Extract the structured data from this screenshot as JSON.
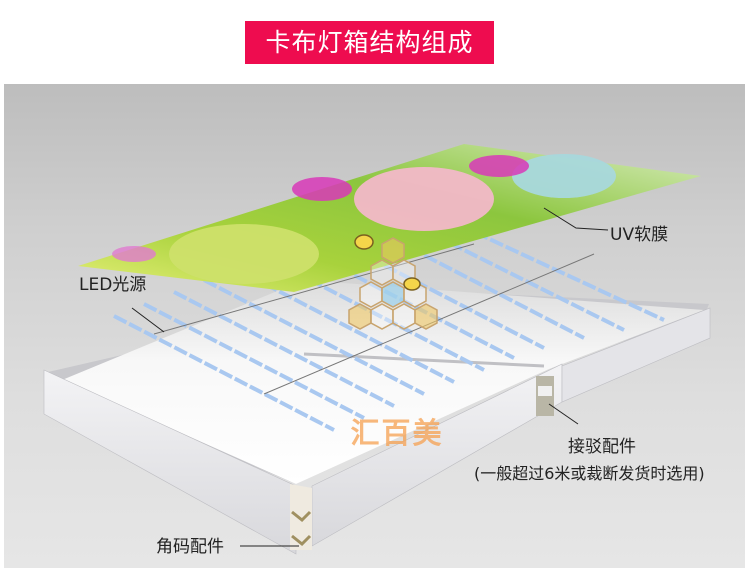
{
  "title": "卡布灯箱结构组成",
  "colors": {
    "title_bg": "#ee0c4f",
    "title_text": "#ffffff",
    "stage_bg": "#cfcfcf",
    "frame": "#e9e9ec",
    "led_strip": "#a9c8f0",
    "watermark": "#f6a050"
  },
  "labels": {
    "uv_film": "UV软膜",
    "led_source": "LED光源",
    "joint": "接驳配件",
    "joint_note": "(一般超过6米或裁断发货时选用)",
    "corner": "角码配件"
  },
  "watermark": {
    "text": "汇百美",
    "icon": "honeycomb-bee-logo"
  },
  "components": [
    {
      "name": "UV软膜",
      "image": "easter-eggs-flowers-print"
    },
    {
      "name": "LED光源",
      "image": "led-strip-array"
    },
    {
      "name": "接驳配件",
      "image": "joint-connector"
    },
    {
      "name": "角码配件",
      "image": "corner-connector"
    }
  ]
}
